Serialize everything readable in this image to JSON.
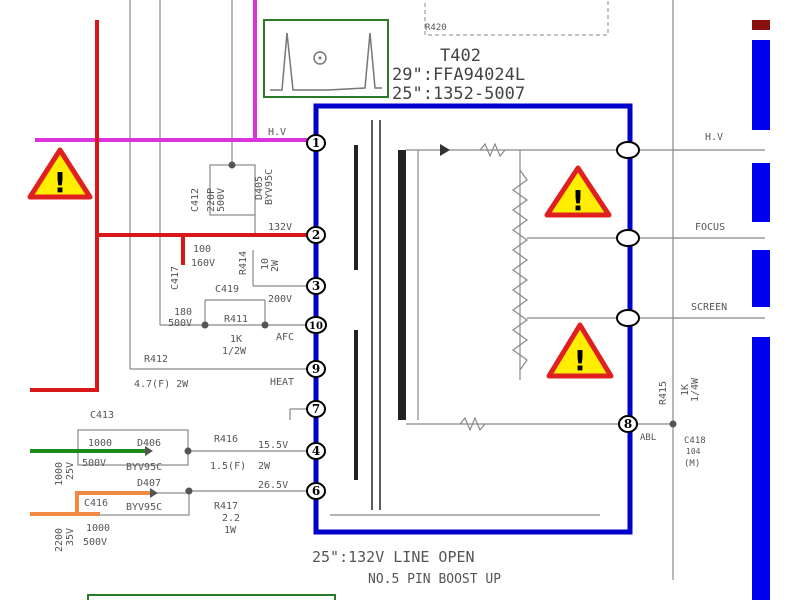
{
  "transformer": {
    "ref": "T402",
    "part_29": "29\":FFA94024L",
    "part_25": "25\":1352-5007",
    "top_ref": "R420"
  },
  "pins_left": [
    {
      "num": "1",
      "label": "H.V"
    },
    {
      "num": "2",
      "label": "132V"
    },
    {
      "num": "3",
      "label": "200V"
    },
    {
      "num": "10",
      "label": "AFC"
    },
    {
      "num": "9",
      "label": "HEAT"
    },
    {
      "num": "7",
      "label": ""
    },
    {
      "num": "4",
      "label": "15.5V"
    },
    {
      "num": "6",
      "label": "26.5V"
    }
  ],
  "pins_right": [
    {
      "num": "",
      "label": "H.V"
    },
    {
      "num": "",
      "label": "FOCUS"
    },
    {
      "num": "",
      "label": "SCREEN"
    },
    {
      "num": "8",
      "label": "ABL"
    }
  ],
  "components": {
    "c412": {
      "ref": "C412",
      "val": "220P",
      "rating": "500V"
    },
    "d405": {
      "ref": "D405",
      "type": "BYV95C"
    },
    "c417": {
      "ref": "C417",
      "val": "100",
      "rating": "160V"
    },
    "r414": {
      "ref": "R414",
      "val": "10",
      "rating": "2W"
    },
    "c419": {
      "ref": "C419",
      "val": "180",
      "rating": "500V"
    },
    "r411": {
      "ref": "R411",
      "val": "1K",
      "rating": "1/2W"
    },
    "r412": {
      "ref": "R412",
      "val": "4.7(F) 2W"
    },
    "c413": {
      "ref": "C413",
      "val": "1000",
      "rating": "500V"
    },
    "d406": {
      "ref": "D406",
      "type": "BYV95C"
    },
    "d407": {
      "ref": "D407",
      "type": "BYV95C"
    },
    "r416": {
      "ref": "R416",
      "val": "1.5(F)",
      "rating": "2W"
    },
    "r417": {
      "ref": "R417",
      "val": "2.2",
      "rating": "1W"
    },
    "c416": {
      "ref": "C416",
      "val": "1000",
      "rating": "500V"
    },
    "cap_a": {
      "val": "1000",
      "rating": "25V"
    },
    "cap_b": {
      "val": "2200",
      "rating": "35V"
    },
    "r415": {
      "ref": "R415",
      "val": "1K",
      "rating": "1/4W"
    },
    "c418": {
      "ref": "C418",
      "val": "104",
      "rating": "(M)"
    }
  },
  "notes": {
    "line1": "25\":132V LINE OPEN",
    "line2": "NO.5 PIN BOOST UP"
  },
  "warning_symbol": "!",
  "colors": {
    "box": "#0000cc",
    "hv": "#dd33dd",
    "b_plus": "#d81818",
    "green": "#1a8a1a",
    "orange": "#f08a40",
    "warn_fill": "#ffee00",
    "warn_border": "#e02020"
  }
}
